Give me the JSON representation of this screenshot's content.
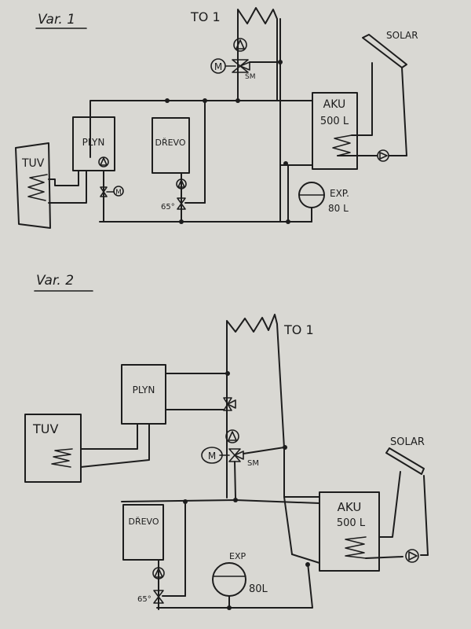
{
  "var1": {
    "title": "Var. 1",
    "radiator": "TO 1",
    "solar": "SOLAR",
    "boiler_gas": "PLYN",
    "boiler_wood": "DŘEVO",
    "dhw_tank": "TUV",
    "accumulator_line1": "AKU",
    "accumulator_line2": "500 L",
    "expansion_line1": "EXP.",
    "expansion_line2": "80 L",
    "mixing_valve": "SM",
    "anticondense_temp": "65°",
    "motor": "M"
  },
  "var2": {
    "title": "Var. 2",
    "radiator": "TO 1",
    "solar": "SOLAR",
    "boiler_gas": "PLYN",
    "boiler_wood": "DŘEVO",
    "dhw_tank": "TUV",
    "accumulator_line1": "AKU",
    "accumulator_line2": "500 L",
    "expansion_line1": "EXP",
    "expansion_line2": "80L",
    "mixing_valve": "SM",
    "anticondense_temp": "65°",
    "motor": "M"
  }
}
